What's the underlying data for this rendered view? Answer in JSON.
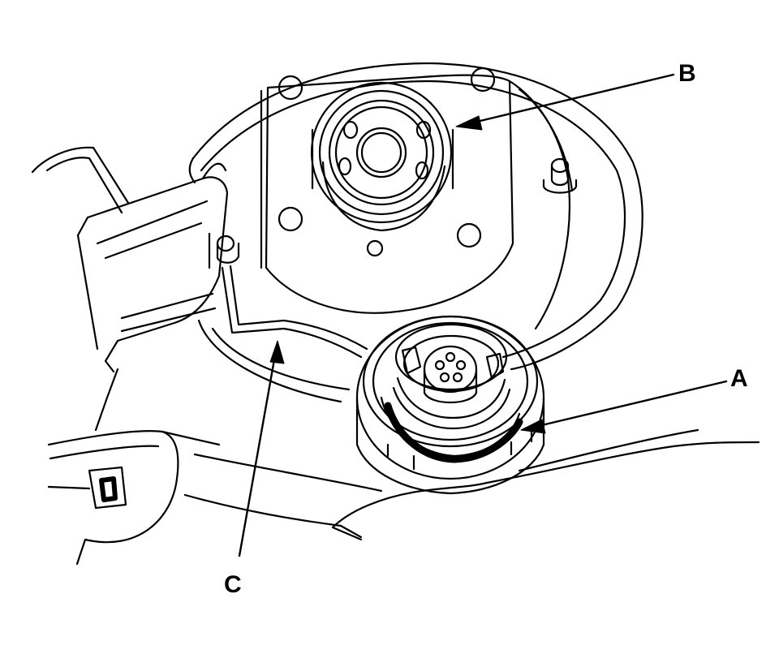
{
  "diagram": {
    "callouts": {
      "a": "A",
      "b": "B",
      "c": "C"
    },
    "colors": {
      "ink": "#000000",
      "paper": "#ffffff"
    }
  }
}
